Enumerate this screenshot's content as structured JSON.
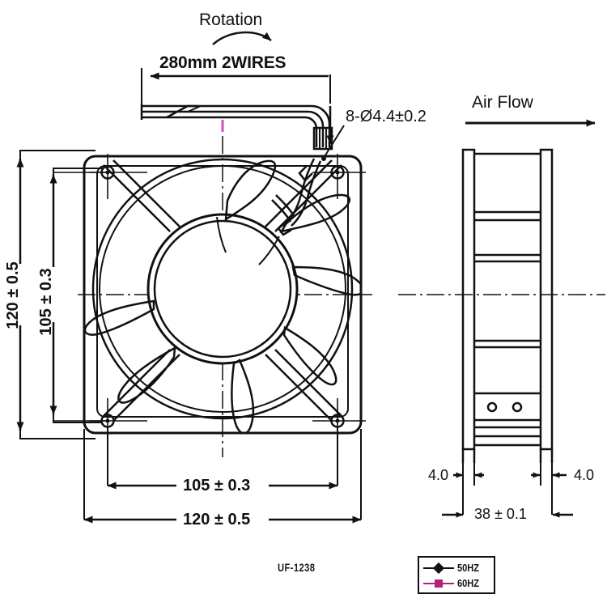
{
  "drawing": {
    "title": "UF-1238 axial fan technical drawing",
    "part_number": "UF-1238",
    "annotations": {
      "rotation": "Rotation",
      "wires": "280mm 2WIRES",
      "holes": "8-Ø4.4±0.2",
      "air_flow": "Air Flow"
    },
    "dimensions": {
      "front_height_outer": "120 ± 0.5",
      "front_height_inner": "105 ± 0.3",
      "front_width_inner": "105 ± 0.3",
      "front_width_outer": "120 ± 0.5",
      "side_flange_left": "4.0",
      "side_flange_right": "4.0",
      "side_depth": "38 ± 0.1"
    },
    "legend": {
      "items": [
        {
          "label": "50HZ",
          "color": "#111111",
          "marker": "diamond"
        },
        {
          "label": "60HZ",
          "color": "#b0227a",
          "marker": "square"
        }
      ]
    },
    "colors": {
      "line": "#111111",
      "centerline_accent": "#cc55bb",
      "background": "#ffffff"
    }
  }
}
